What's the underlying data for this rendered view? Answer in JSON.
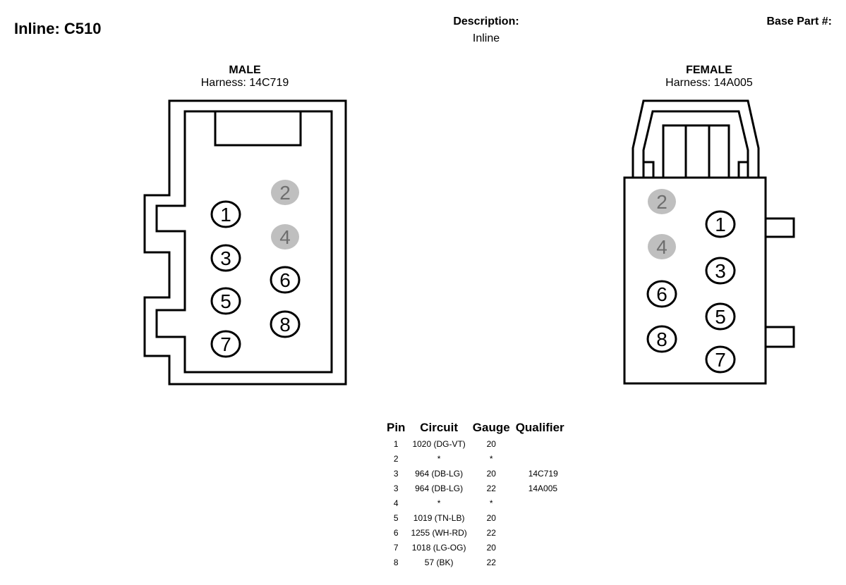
{
  "header": {
    "title": "Inline: C510",
    "description_label": "Description:",
    "description_value": "Inline",
    "base_part_label": "Base Part #:"
  },
  "male": {
    "gender": "MALE",
    "harness": "Harness: 14C719",
    "pins": [
      {
        "num": "1",
        "populated": true
      },
      {
        "num": "2",
        "populated": false
      },
      {
        "num": "3",
        "populated": true
      },
      {
        "num": "4",
        "populated": false
      },
      {
        "num": "5",
        "populated": true
      },
      {
        "num": "6",
        "populated": true
      },
      {
        "num": "7",
        "populated": true
      },
      {
        "num": "8",
        "populated": true
      }
    ]
  },
  "female": {
    "gender": "FEMALE",
    "harness": "Harness: 14A005",
    "pins": [
      {
        "num": "1",
        "populated": true
      },
      {
        "num": "2",
        "populated": false
      },
      {
        "num": "3",
        "populated": true
      },
      {
        "num": "4",
        "populated": false
      },
      {
        "num": "5",
        "populated": true
      },
      {
        "num": "6",
        "populated": true
      },
      {
        "num": "7",
        "populated": true
      },
      {
        "num": "8",
        "populated": true
      }
    ]
  },
  "colors": {
    "pin_empty_fill": "#bfbfbf",
    "pin_empty_text": "#6e6e6e",
    "line": "#000000"
  },
  "table": {
    "headers": [
      "Pin",
      "Circuit",
      "Gauge",
      "Qualifier"
    ],
    "rows": [
      [
        "1",
        "1020 (DG-VT)",
        "20",
        ""
      ],
      [
        "2",
        "*",
        "*",
        ""
      ],
      [
        "3",
        "964 (DB-LG)",
        "20",
        "14C719"
      ],
      [
        "3",
        "964 (DB-LG)",
        "22",
        "14A005"
      ],
      [
        "4",
        "*",
        "*",
        ""
      ],
      [
        "5",
        "1019 (TN-LB)",
        "20",
        ""
      ],
      [
        "6",
        "1255 (WH-RD)",
        "22",
        ""
      ],
      [
        "7",
        "1018 (LG-OG)",
        "20",
        ""
      ],
      [
        "8",
        "57 (BK)",
        "22",
        ""
      ]
    ]
  }
}
